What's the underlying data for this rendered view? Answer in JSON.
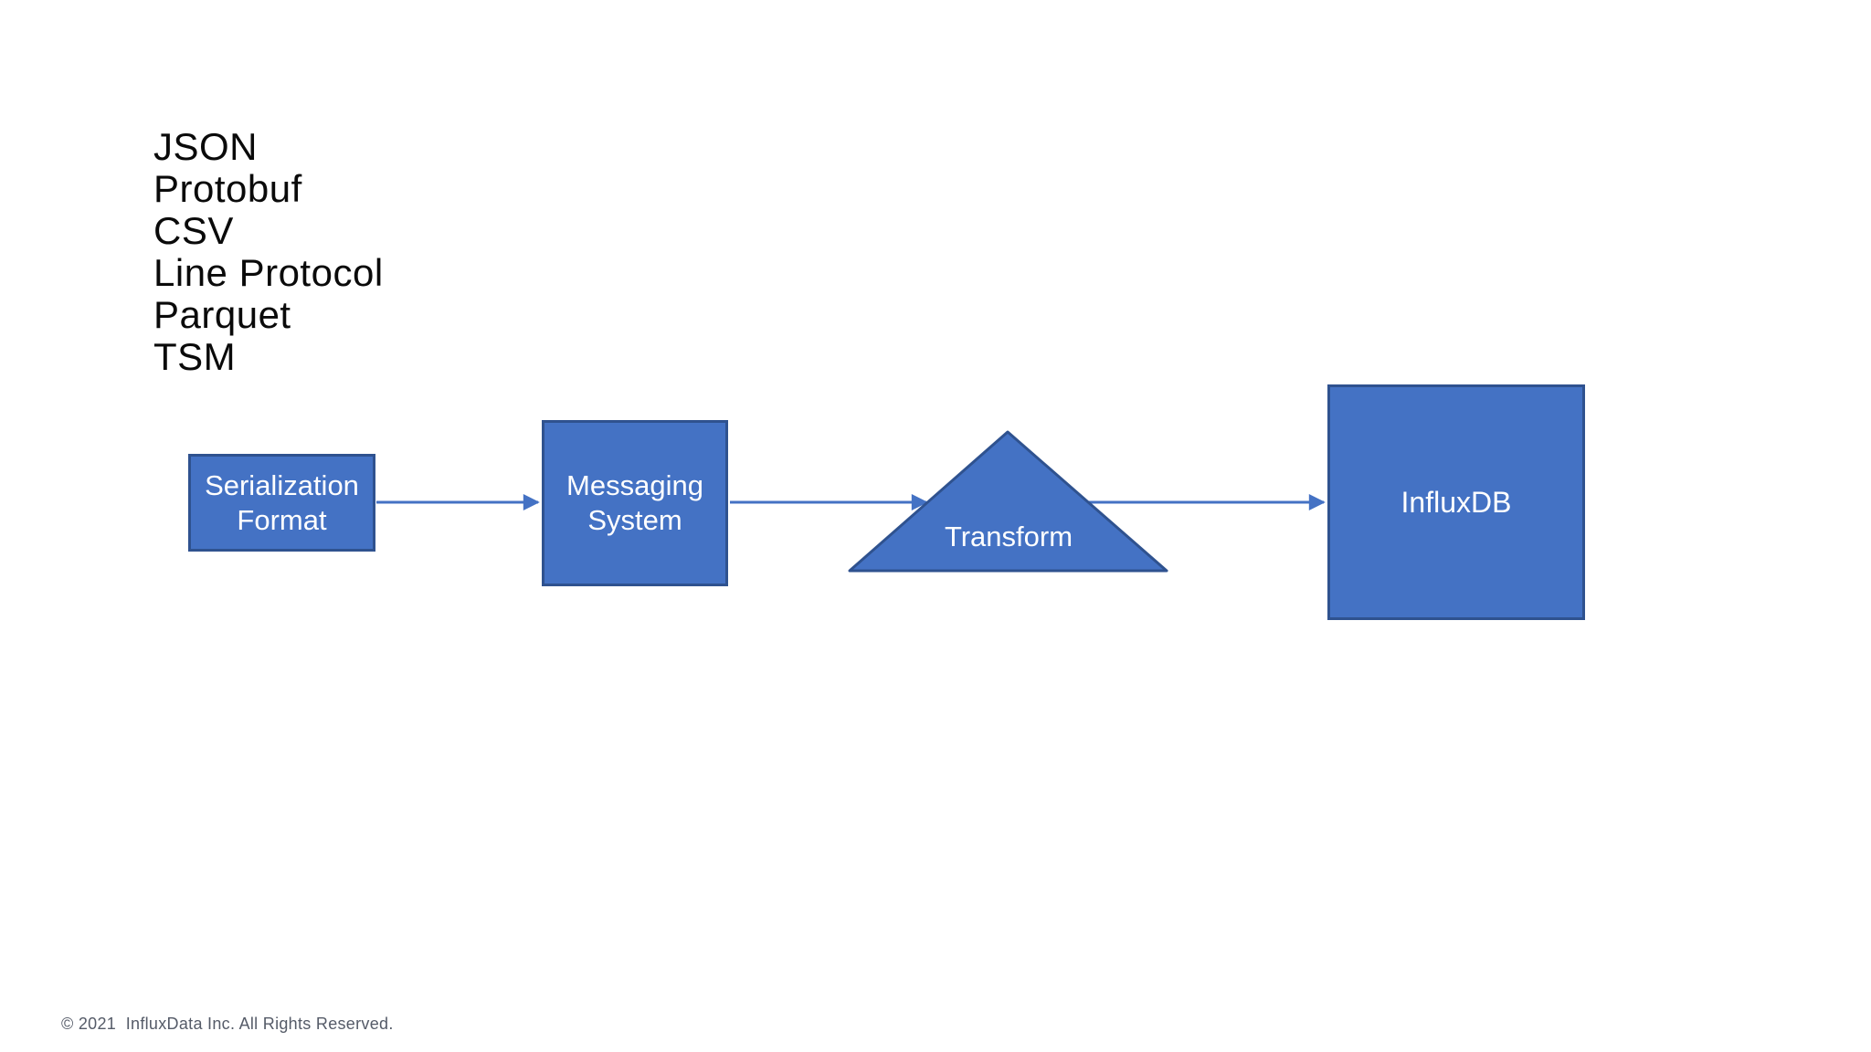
{
  "colors": {
    "shape_fill": "#4472c4",
    "shape_border": "#2f528f",
    "arrow": "#4472c4",
    "text_on_shape": "#ffffff",
    "list_text": "#0a0a0a",
    "footer_text": "#555b68",
    "background": "#ffffff"
  },
  "formats": {
    "items": [
      "JSON",
      "Protobuf",
      "CSV",
      "Line Protocol",
      "Parquet",
      "TSM"
    ]
  },
  "diagram": {
    "nodes": [
      {
        "id": "serialization-format",
        "label": "Serialization Format",
        "shape": "rectangle"
      },
      {
        "id": "messaging-system",
        "label": "Messaging System",
        "shape": "rectangle"
      },
      {
        "id": "transform",
        "label": "Transform",
        "shape": "triangle"
      },
      {
        "id": "influxdb",
        "label": "InfluxDB",
        "shape": "rectangle"
      }
    ],
    "edges": [
      {
        "from": "serialization-format",
        "to": "messaging-system"
      },
      {
        "from": "messaging-system",
        "to": "transform"
      },
      {
        "from": "transform",
        "to": "influxdb"
      }
    ]
  },
  "footer": {
    "copyright": "© 2021  InfluxData Inc. All Rights Reserved."
  }
}
